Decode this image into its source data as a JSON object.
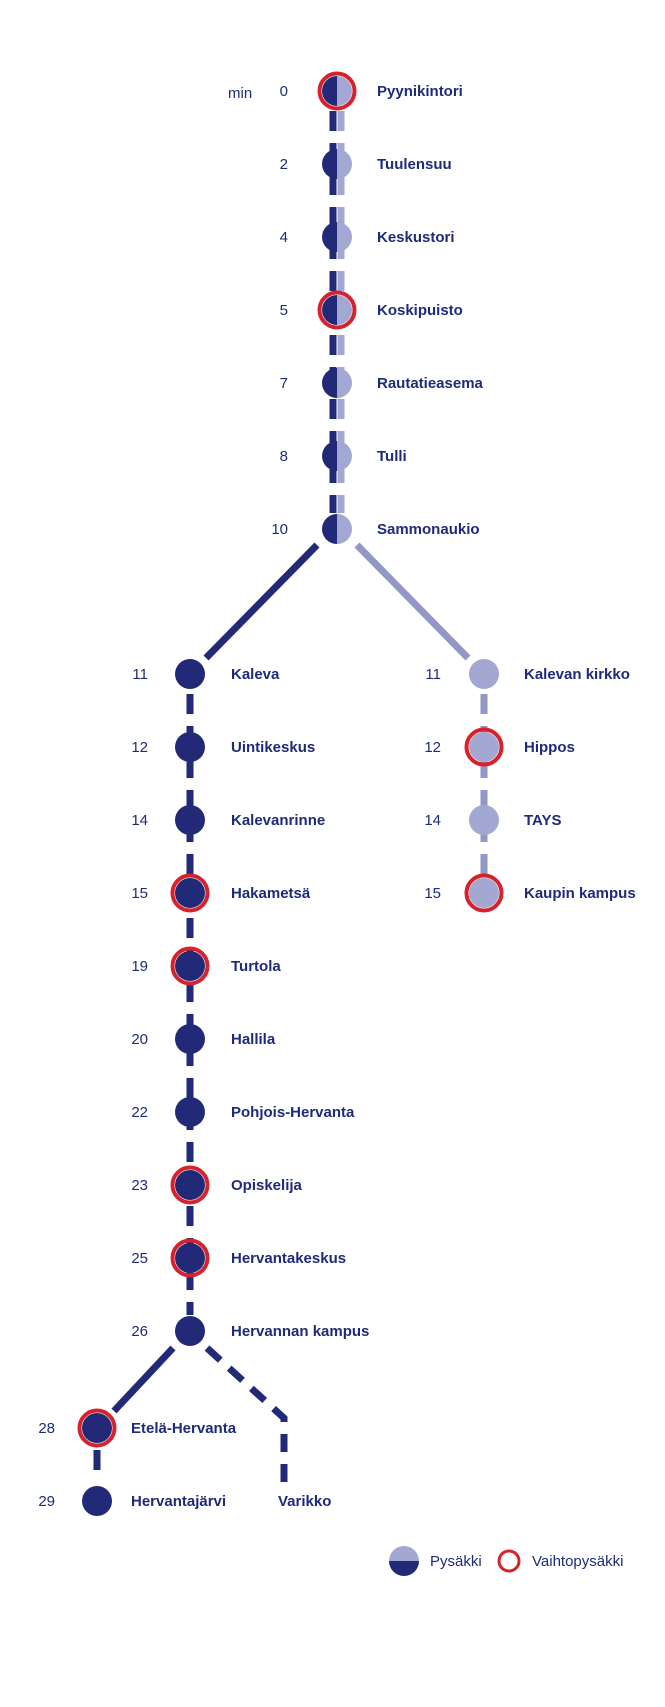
{
  "colors": {
    "dark": "#222a78",
    "light": "#a3a8d2",
    "branch_light_line": "#9397c6",
    "transfer_ring": "#d6222c",
    "text": "#1f2a7a",
    "background": "#ffffff"
  },
  "header": {
    "unit_label": "min"
  },
  "trunk": [
    {
      "time": "0",
      "name": "Pyynikintori",
      "transfer": true
    },
    {
      "time": "2",
      "name": "Tuulensuu",
      "transfer": false
    },
    {
      "time": "4",
      "name": "Keskustori",
      "transfer": false
    },
    {
      "time": "5",
      "name": "Koskipuisto",
      "transfer": true
    },
    {
      "time": "7",
      "name": "Rautatieasema",
      "transfer": false
    },
    {
      "time": "8",
      "name": "Tulli",
      "transfer": false
    },
    {
      "time": "10",
      "name": "Sammonaukio",
      "transfer": false
    }
  ],
  "branch_dark": [
    {
      "time": "11",
      "name": "Kaleva",
      "transfer": false
    },
    {
      "time": "12",
      "name": "Uintikeskus",
      "transfer": false
    },
    {
      "time": "14",
      "name": "Kalevanrinne",
      "transfer": false
    },
    {
      "time": "15",
      "name": "Hakametsä",
      "transfer": true
    },
    {
      "time": "19",
      "name": "Turtola",
      "transfer": true
    },
    {
      "time": "20",
      "name": "Hallila",
      "transfer": false
    },
    {
      "time": "22",
      "name": "Pohjois-Hervanta",
      "transfer": false
    },
    {
      "time": "23",
      "name": "Opiskelija",
      "transfer": true
    },
    {
      "time": "25",
      "name": "Hervantakeskus",
      "transfer": true
    },
    {
      "time": "26",
      "name": "Hervannan kampus",
      "transfer": false
    }
  ],
  "branch_light": [
    {
      "time": "11",
      "name": "Kalevan kirkko",
      "transfer": false
    },
    {
      "time": "12",
      "name": "Hippos",
      "transfer": true
    },
    {
      "time": "14",
      "name": "TAYS",
      "transfer": false
    },
    {
      "time": "15",
      "name": "Kaupin kampus",
      "transfer": true
    }
  ],
  "sub_branch": [
    {
      "time": "28",
      "name": "Etelä-Hervanta",
      "transfer": true
    },
    {
      "time": "29",
      "name": "Hervantajärvi",
      "transfer": false
    }
  ],
  "depot": {
    "name": "Varikko"
  },
  "legend": {
    "stop_label": "Pysäkki",
    "transfer_label": "Vaihtopysäkki"
  }
}
